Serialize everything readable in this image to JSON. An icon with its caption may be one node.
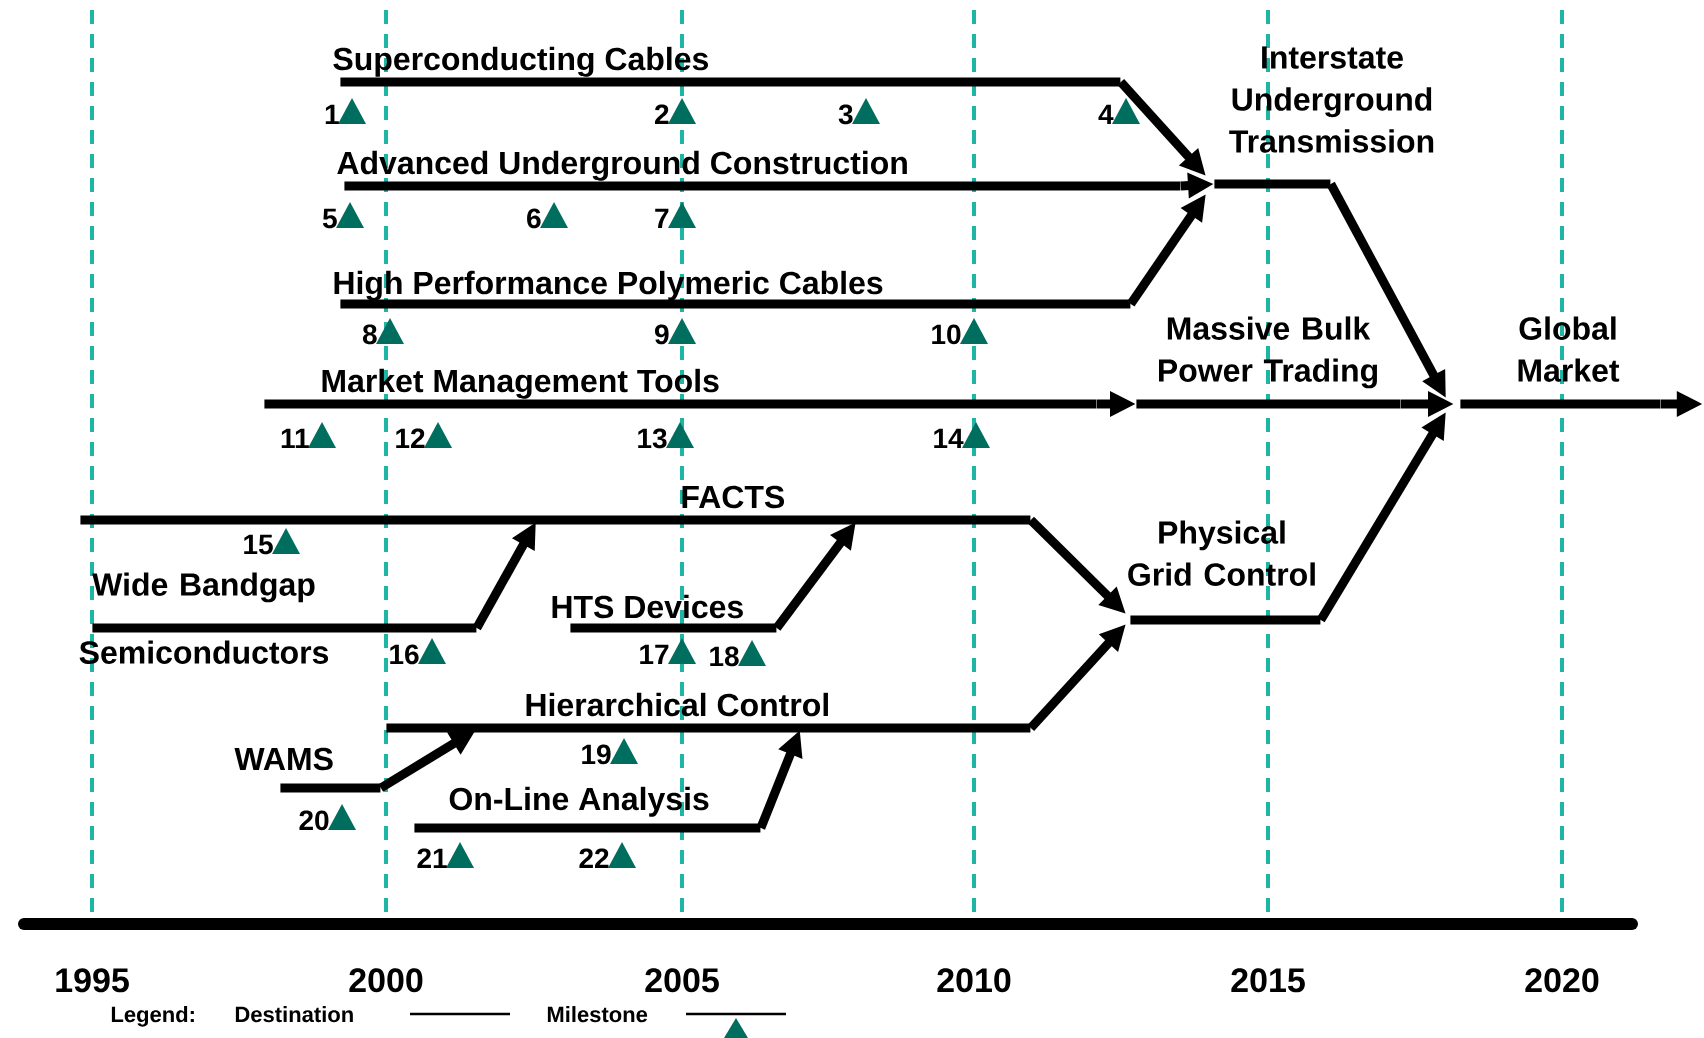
{
  "diagram": {
    "nodes": [
      {
        "text": [
          "Superconducting Cables"
        ]
      },
      {
        "text": [
          "Interstate Underground Transmission"
        ]
      },
      {
        "text": [
          "Advanced Underground Construction"
        ]
      },
      {
        "text": [
          "High Performance Polymeric Cables"
        ]
      },
      {
        "text": [
          "Massive Bulk Power Trading"
        ]
      },
      {
        "text": [
          "Global Market"
        ]
      },
      {
        "text": [
          "Market Management Tools"
        ]
      },
      {
        "text": [
          "FACTS"
        ]
      },
      {
        "text": [
          "Physical Grid Control"
        ]
      },
      {
        "text": [
          "Wide Bandgap Semiconductors"
        ]
      },
      {
        "text": [
          "HTS Devices"
        ]
      },
      {
        "text": [
          "Hierarchical Control"
        ]
      },
      {
        "text": [
          "WAMS"
        ]
      },
      {
        "text": [
          "On-Line Analysis"
        ]
      }
    ],
    "edges": [
      {
        "from": 0,
        "to": 1,
        "arrow": "to"
      },
      {
        "from": 2,
        "to": 1,
        "arrow": "to"
      },
      {
        "from": 3,
        "to": 1,
        "arrow": "to"
      },
      {
        "from": 6,
        "to": 4,
        "arrow": "to"
      },
      {
        "from": 1,
        "to": 5,
        "arrow": "to"
      },
      {
        "from": 4,
        "to": 5,
        "arrow": "to"
      },
      {
        "from": 8,
        "to": 5,
        "arrow": "to"
      },
      {
        "from": 7,
        "to": 8,
        "arrow": "to"
      },
      {
        "from": 11,
        "to": 8,
        "arrow": "to"
      },
      {
        "from": 9,
        "to": 7,
        "arrow": "to"
      },
      {
        "from": 10,
        "to": 7,
        "arrow": "to"
      },
      {
        "from": 12,
        "to": 11,
        "arrow": "to"
      },
      {
        "from": 13,
        "to": 11,
        "arrow": "to"
      },
      {
        "from": 5,
        "to": null,
        "arrow": "to"
      }
    ],
    "labels": [
      "1",
      "2",
      "3",
      "4",
      "5",
      "6",
      "7",
      "8",
      "9",
      "10",
      "11",
      "12",
      "13",
      "14",
      "15",
      "16",
      "17",
      "18",
      "19",
      "20",
      "21",
      "22",
      "1995",
      "2000",
      "2005",
      "2010",
      "2015",
      "2020",
      "Legend:"
    ],
    "legend": [
      {
        "text": "Destination"
      },
      {
        "text": "Milestone"
      }
    ]
  }
}
